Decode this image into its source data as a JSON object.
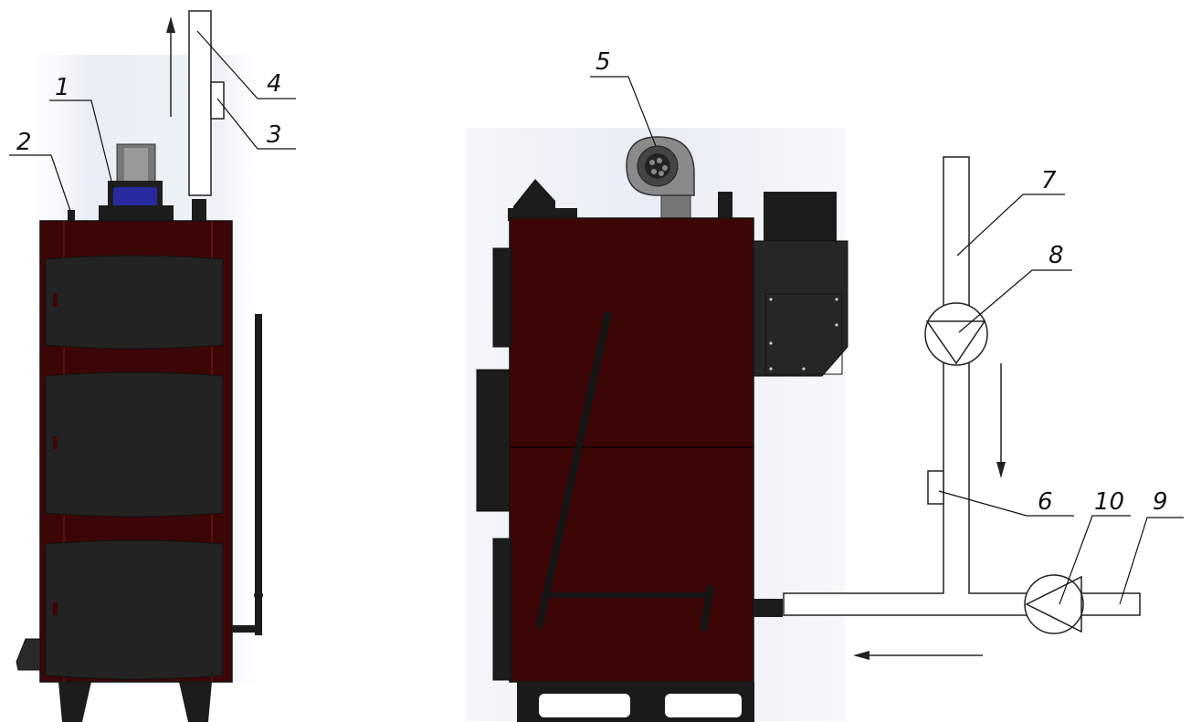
{
  "callouts": [
    {
      "id": "1",
      "label": "1"
    },
    {
      "id": "2",
      "label": "2"
    },
    {
      "id": "3",
      "label": "3"
    },
    {
      "id": "4",
      "label": "4"
    },
    {
      "id": "5",
      "label": "5"
    },
    {
      "id": "6",
      "label": "6"
    },
    {
      "id": "7",
      "label": "7"
    },
    {
      "id": "8",
      "label": "8"
    },
    {
      "id": "9",
      "label": "9"
    },
    {
      "id": "10",
      "label": "10"
    }
  ],
  "colors": {
    "boiler_body": "#3d0606",
    "boiler_dark": "#1c1c1c",
    "door": "#222222",
    "blower": "#7a7a7a",
    "sensor_window": "#2a2aa0",
    "background_shade": "#eef2f8"
  }
}
